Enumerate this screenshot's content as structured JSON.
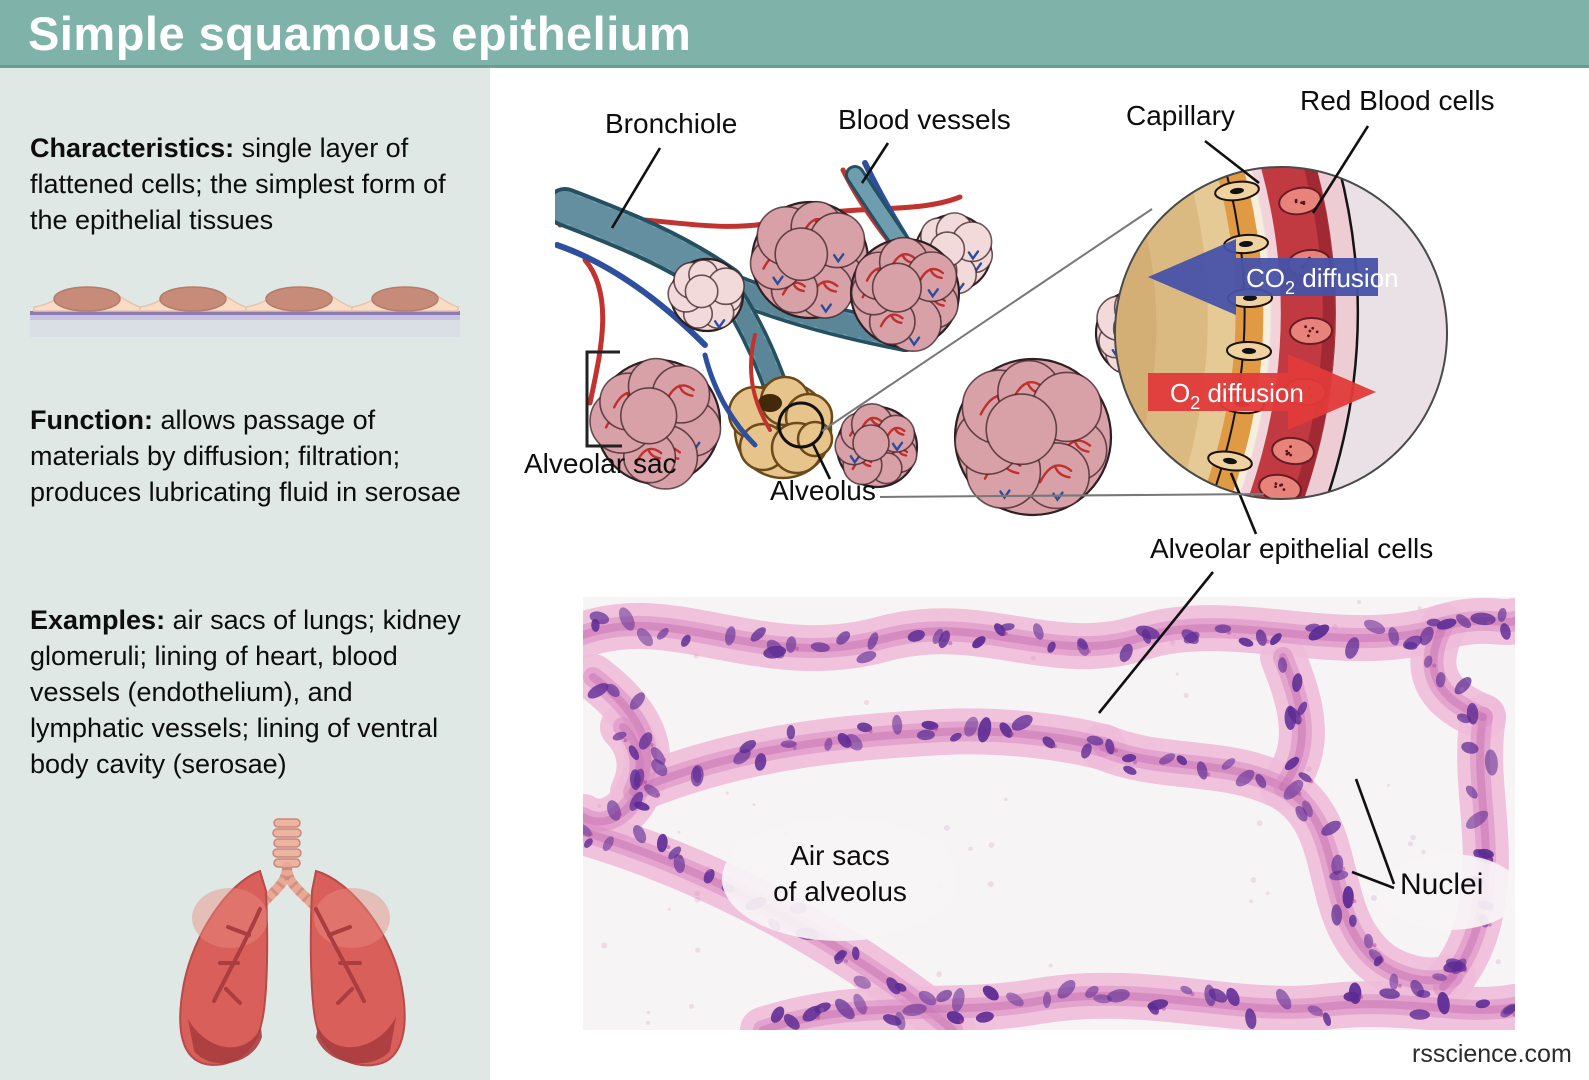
{
  "header": {
    "title": "Simple squamous epithelium"
  },
  "sidebar": {
    "characteristics": {
      "label": "Characteristics:",
      "text": " single layer of flattened cells; the simplest form of the epithelial tissues"
    },
    "function": {
      "label": "Function:",
      "text": " allows passage of materials by diffusion; filtration; produces lubricating fluid in serosae"
    },
    "examples": {
      "label": "Examples:",
      "text": " air sacs of lungs; kidney glomeruli; lining of heart, blood vessels (endothelium), and lymphatic vessels; lining of ventral body cavity (serosae)"
    }
  },
  "diagram": {
    "labels": {
      "bronchiole": "Bronchiole",
      "blood_vessels": "Blood vessels",
      "alveolar_sac": "Alveolar sac",
      "alveolus": "Alveolus",
      "capillary": "Capillary",
      "red_blood_cells": "Red Blood cells",
      "alveolar_epithelial_cells": "Alveolar epithelial cells",
      "air_sacs_line1": "Air sacs",
      "air_sacs_line2": "of alveolus",
      "nuclei": "Nuclei"
    },
    "arrows": {
      "co2": {
        "prefix": "CO",
        "sub": "2",
        "rest": " diffusion"
      },
      "o2": {
        "prefix": "O",
        "sub": "2",
        "rest": " diffusion"
      }
    }
  },
  "footer": {
    "watermark": "rsscience.com"
  },
  "colors": {
    "header_bg": "#7fb2a8",
    "sidebar_bg": "#dfe8e4",
    "co2_arrow_blue": "#4752a8",
    "o2_arrow_red": "#e23a3a",
    "capillary_red": "#c13a42",
    "alveolus_tan": "#e5ca96",
    "histology_pink": "#e9b2d6",
    "nuclei_purple": "#5c2b94"
  }
}
